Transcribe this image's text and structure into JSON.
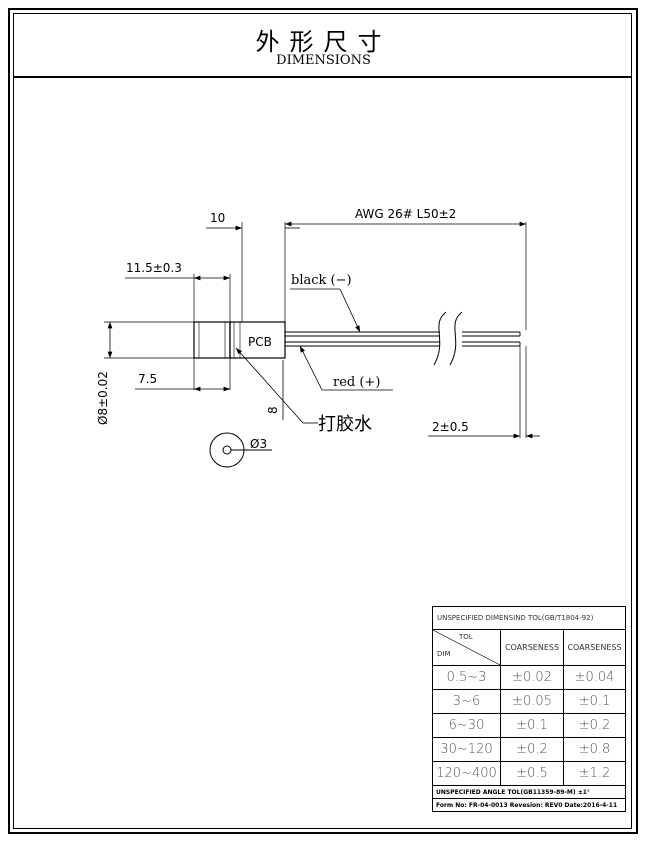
{
  "header": {
    "title_cn": "外形尺寸",
    "title_en": "DIMENSIONS"
  },
  "drawing": {
    "dim_10": "10",
    "dim_wire": "AWG 26# L50±2",
    "dim_11_5": "11.5±0.3",
    "label_black": "black (−)",
    "label_pcb": "PCB",
    "label_red": "red (+)",
    "dim_diameter": "Ø8±0.02",
    "dim_7_5": "7.5",
    "dim_8": "8",
    "label_glue": "打胶水",
    "dim_2": "2±0.5",
    "dim_hole": "Ø3"
  },
  "tolerance_table": {
    "title": "UNSPECIFIED DIMENSIND TOL(GB/T1804-92)",
    "corner_top": "TOL",
    "corner_bottom": "DIM",
    "col1": "COARSENESS",
    "col2": "COARSENESS",
    "rows": [
      {
        "dim": "0.5~3",
        "a": "±0.02",
        "b": "±0.04"
      },
      {
        "dim": "3~6",
        "a": "±0.05",
        "b": "±0.1"
      },
      {
        "dim": "6~30",
        "a": "±0.1",
        "b": "±0.2"
      },
      {
        "dim": "30~120",
        "a": "±0.2",
        "b": "±0.8"
      },
      {
        "dim": "120~400",
        "a": "±0.5",
        "b": "±1.2"
      }
    ],
    "angle_tol": "UNSPECIFIED ANGLE TOL(GB11359-89-M) ±1°",
    "form_info": "Form No: FR-04-0013 Revesion: REV0 Date:2016-4-11"
  }
}
